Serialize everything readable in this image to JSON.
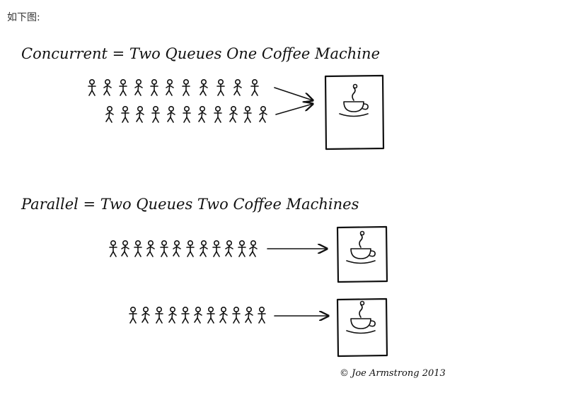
{
  "caption": "如下图:",
  "diagram": {
    "concurrent_heading": "Concurrent = Two Queues One Coffee Machine",
    "parallel_heading": "Parallel = Two Queues Two Coffee Machines",
    "credit": "© Joe Armstrong 2013"
  }
}
